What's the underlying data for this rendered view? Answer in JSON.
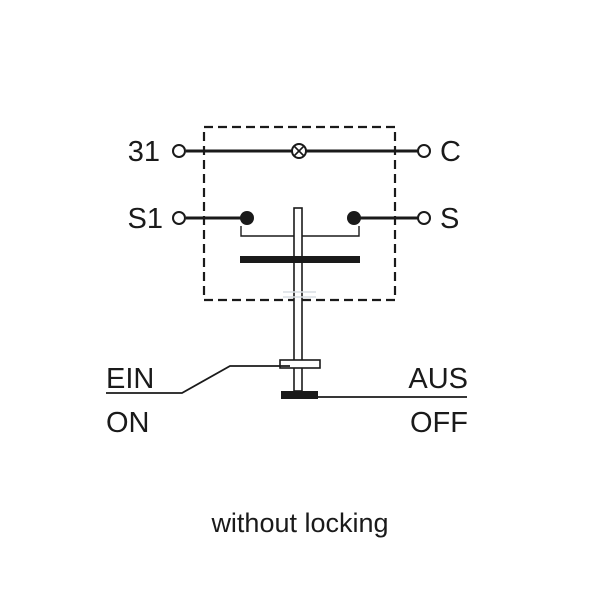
{
  "terminals": {
    "top_left": "31",
    "top_right": "C",
    "mid_left": "S1",
    "mid_right": "S"
  },
  "positions": {
    "left_top": "EIN",
    "left_bottom": "ON",
    "right_top": "AUS",
    "right_bottom": "OFF"
  },
  "caption": "without locking",
  "icons": {
    "lamp": "lamp-cross-circle-icon"
  },
  "colors": {
    "line": "#1a1a1a",
    "ghost": "#d8dde3",
    "background": "#ffffff"
  }
}
